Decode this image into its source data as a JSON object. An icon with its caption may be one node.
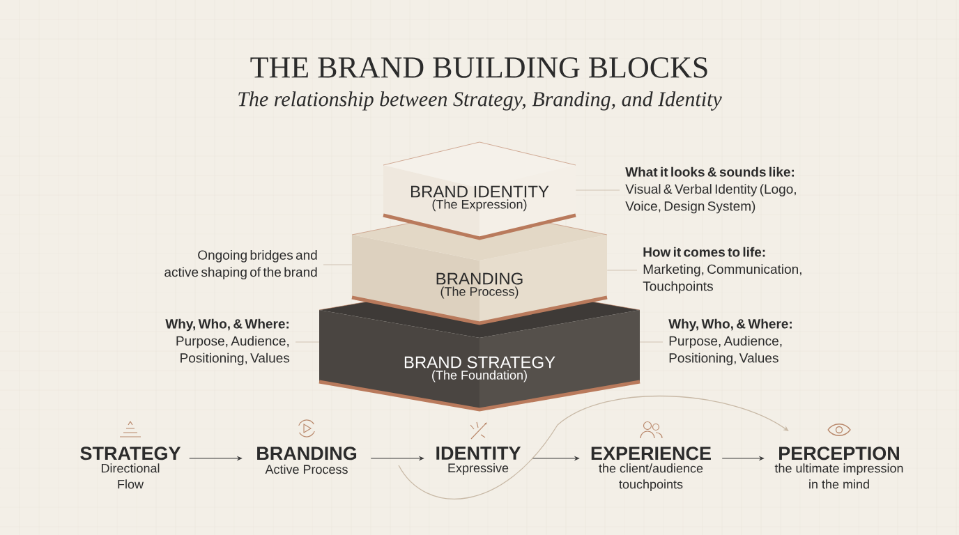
{
  "diagram": {
    "title": "THE BRAND BUILDING BLOCKS",
    "nodes": [
      {
        "text": [
          "BRAND IDENTITY",
          "(The Expression)"
        ]
      },
      {
        "text": [
          "BRANDING",
          "(The Process)"
        ]
      },
      {
        "text": [
          "BRAND STRATEGY",
          "(The Foundation)"
        ]
      },
      {
        "text": [
          "What it looks & sounds like:",
          "Visual & Verbal Identity (Logo, Voice, Design System)"
        ]
      },
      {
        "text": [
          "Ongoing bridges and active shaping of the brand"
        ]
      },
      {
        "text": [
          "How it comes to life:",
          "Marketing, Communication, Touchpoints"
        ]
      },
      {
        "text": [
          "Why, Who, & Where:",
          "Purpose, Audience, Positioning, Values"
        ]
      },
      {
        "text": [
          "Why, Who, & Where:",
          "Purpose, Audience, Positioning, Values"
        ]
      },
      {
        "text": [
          "STRATEGY",
          "Directional Flow"
        ]
      },
      {
        "text": [
          "BRANDING",
          "Active Process"
        ]
      },
      {
        "text": [
          "IDENTITY",
          "Expressive"
        ]
      },
      {
        "text": [
          "EXPERIENCE",
          "the client/audience touchpoints"
        ]
      },
      {
        "text": [
          "PERCEPTION",
          "the ultimate impression in the mind"
        ]
      }
    ],
    "edges": [
      {
        "from": 3,
        "to": 0,
        "arrow": "none"
      },
      {
        "from": 4,
        "to": 1,
        "arrow": "none"
      },
      {
        "from": 5,
        "to": 1,
        "arrow": "none"
      },
      {
        "from": 6,
        "to": 2,
        "arrow": "none"
      },
      {
        "from": 7,
        "to": 2,
        "arrow": "none"
      },
      {
        "from": 8,
        "to": 9,
        "arrow": "to",
        "color": "#3a3a3a"
      },
      {
        "from": 9,
        "to": 10,
        "arrow": "to",
        "color": "#3a3a3a"
      },
      {
        "from": 10,
        "to": 11,
        "arrow": "to",
        "color": "#3a3a3a"
      },
      {
        "from": 11,
        "to": 12,
        "arrow": "to",
        "color": "#3a3a3a"
      },
      {
        "from": null,
        "to": 12,
        "arrow": "to"
      }
    ],
    "labels": [
      "The relationship between Strategy, Branding, and Identity"
    ]
  }
}
